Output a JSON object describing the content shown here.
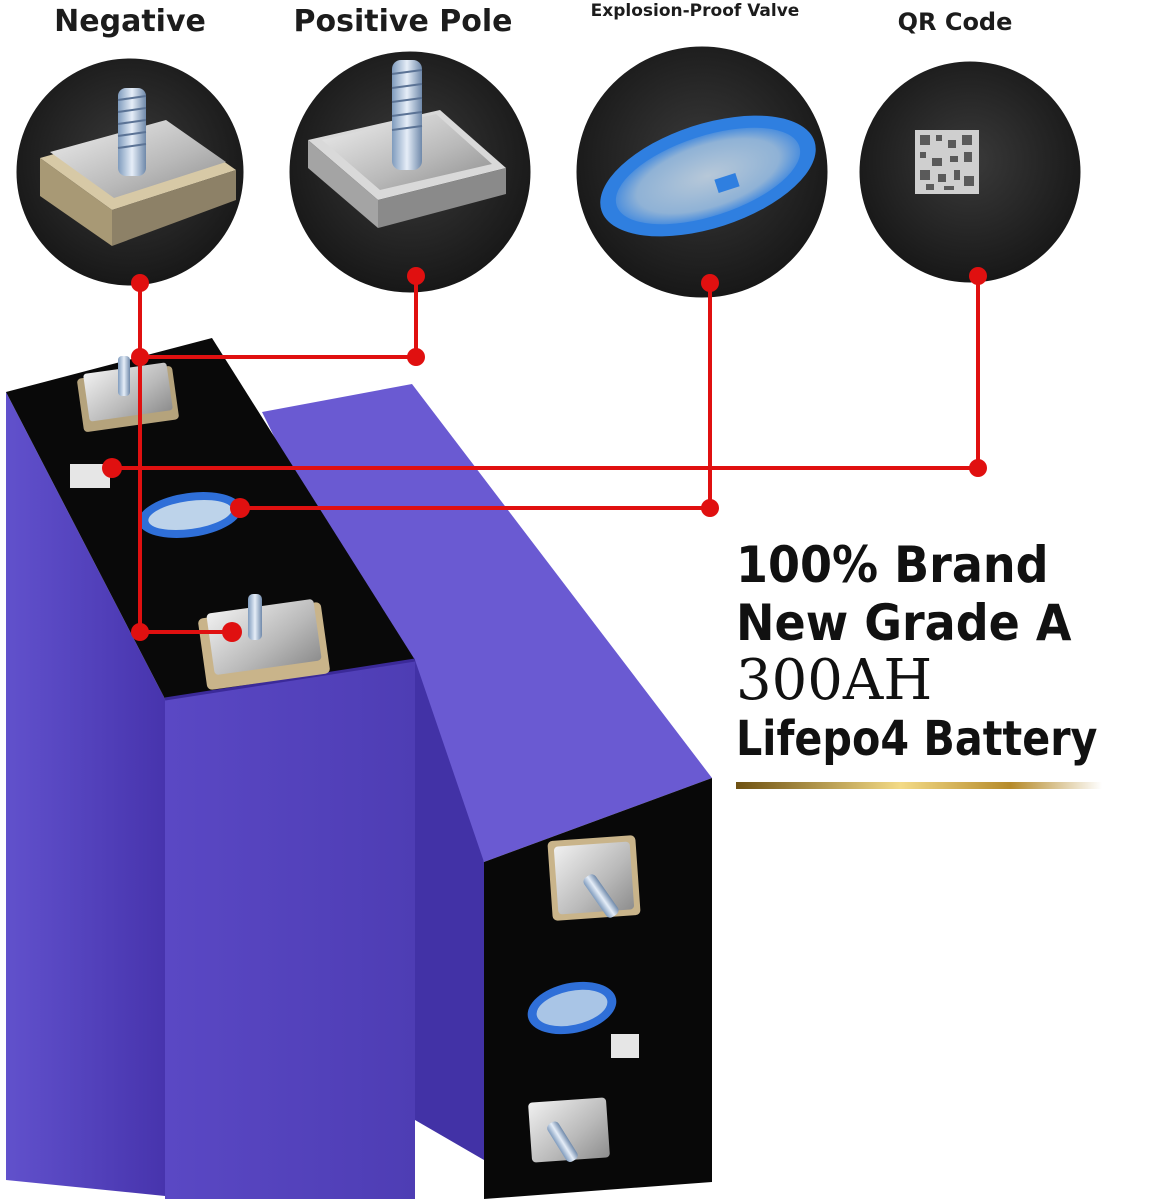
{
  "callouts": {
    "negative": "Negative",
    "positive_pole": "Positive Pole",
    "explosion_proof_valve": "Explosion-Proof Valve",
    "qr_code": "QR Code"
  },
  "headline": {
    "line1": "100% Brand",
    "line2": "New Grade A",
    "line3": "300AH",
    "line4": "Lifepo4 Battery"
  },
  "colors": {
    "casing_purple": "#5b47bf",
    "top_cap_black": "#0a0a0a",
    "callout_red": "#e01010",
    "valve_blue": "#3f8ee6",
    "gold_rule": "#c9a24a"
  }
}
